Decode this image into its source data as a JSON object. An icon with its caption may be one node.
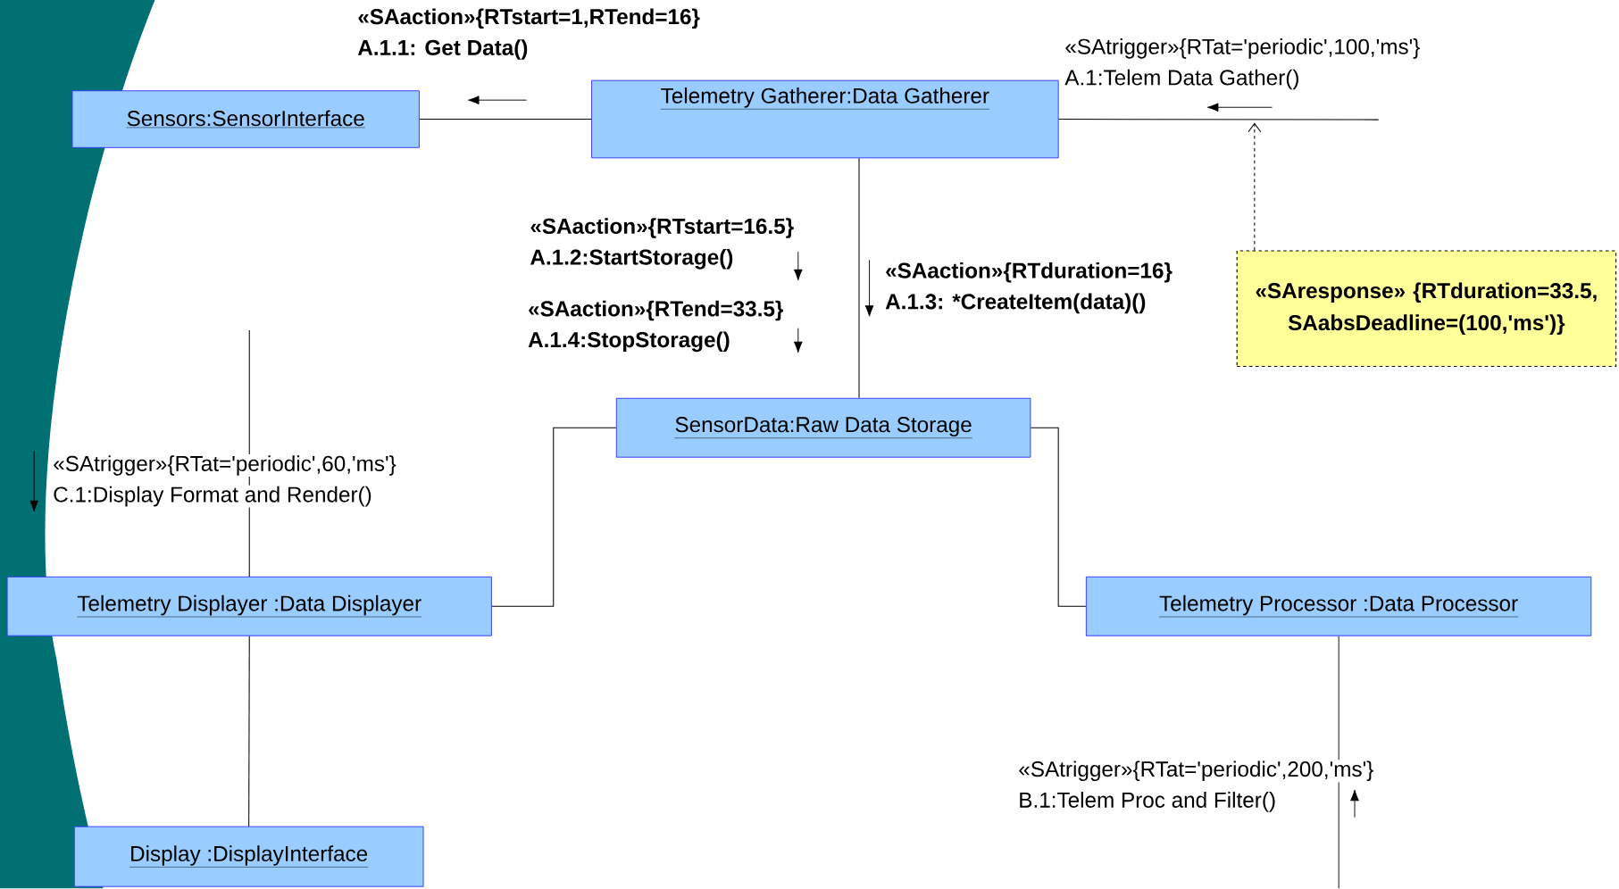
{
  "diagram": {
    "nodes": [
      {
        "text": [
          "Sensors:SensorInterface"
        ]
      },
      {
        "text": [
          "Telemetry Gatherer:Data Gatherer"
        ]
      },
      {
        "text": [
          "SensorData:Raw Data Storage"
        ]
      },
      {
        "text": [
          "Telemetry Displayer :Data Displayer"
        ]
      },
      {
        "text": [
          "Telemetry Processor :Data Processor"
        ]
      },
      {
        "text": [
          "Display :DisplayInterface"
        ]
      },
      {
        "text": [
          "«SAresponse» {RTduration=33.5, SAabsDeadline=(100,'ms')}"
        ]
      }
    ],
    "edges": [
      {
        "from": 1,
        "to": 0,
        "arrow": "none"
      },
      {
        "from": 1,
        "to": null,
        "arrow": "none"
      },
      {
        "from": 6,
        "to": null,
        "arrow": "to",
        "style": "dashed"
      },
      {
        "from": 1,
        "to": 2,
        "arrow": "none"
      },
      {
        "from": 2,
        "to": 3,
        "arrow": "none"
      },
      {
        "from": 2,
        "to": 4,
        "arrow": "none"
      },
      {
        "from": null,
        "to": 3,
        "arrow": "none"
      },
      {
        "from": 3,
        "to": 5,
        "arrow": "none"
      },
      {
        "from": 4,
        "to": null,
        "arrow": "none"
      }
    ],
    "labels": [
      "«SAaction»{RTstart=1,RTend=16}",
      "A.1.1: Get Data()",
      "«SAtrigger»{RTat='periodic',100,'ms'}",
      "A.1:Telem Data Gather()",
      "«SAaction»{RTstart=16.5}",
      "A.1.2:StartStorage()",
      "«SAaction»{RTduration=16}",
      "A.1.3: *CreateItem(data)()",
      "«SAaction»{RTend=33.5}",
      "A.1.4:StopStorage()",
      "«SAtrigger»{RTat='periodic',60,'ms'}",
      "C.1:Display Format and Render()",
      "«SAtrigger»{RTat='periodic',200,'ms'}",
      "B.1:Telem Proc and Filter()"
    ]
  }
}
